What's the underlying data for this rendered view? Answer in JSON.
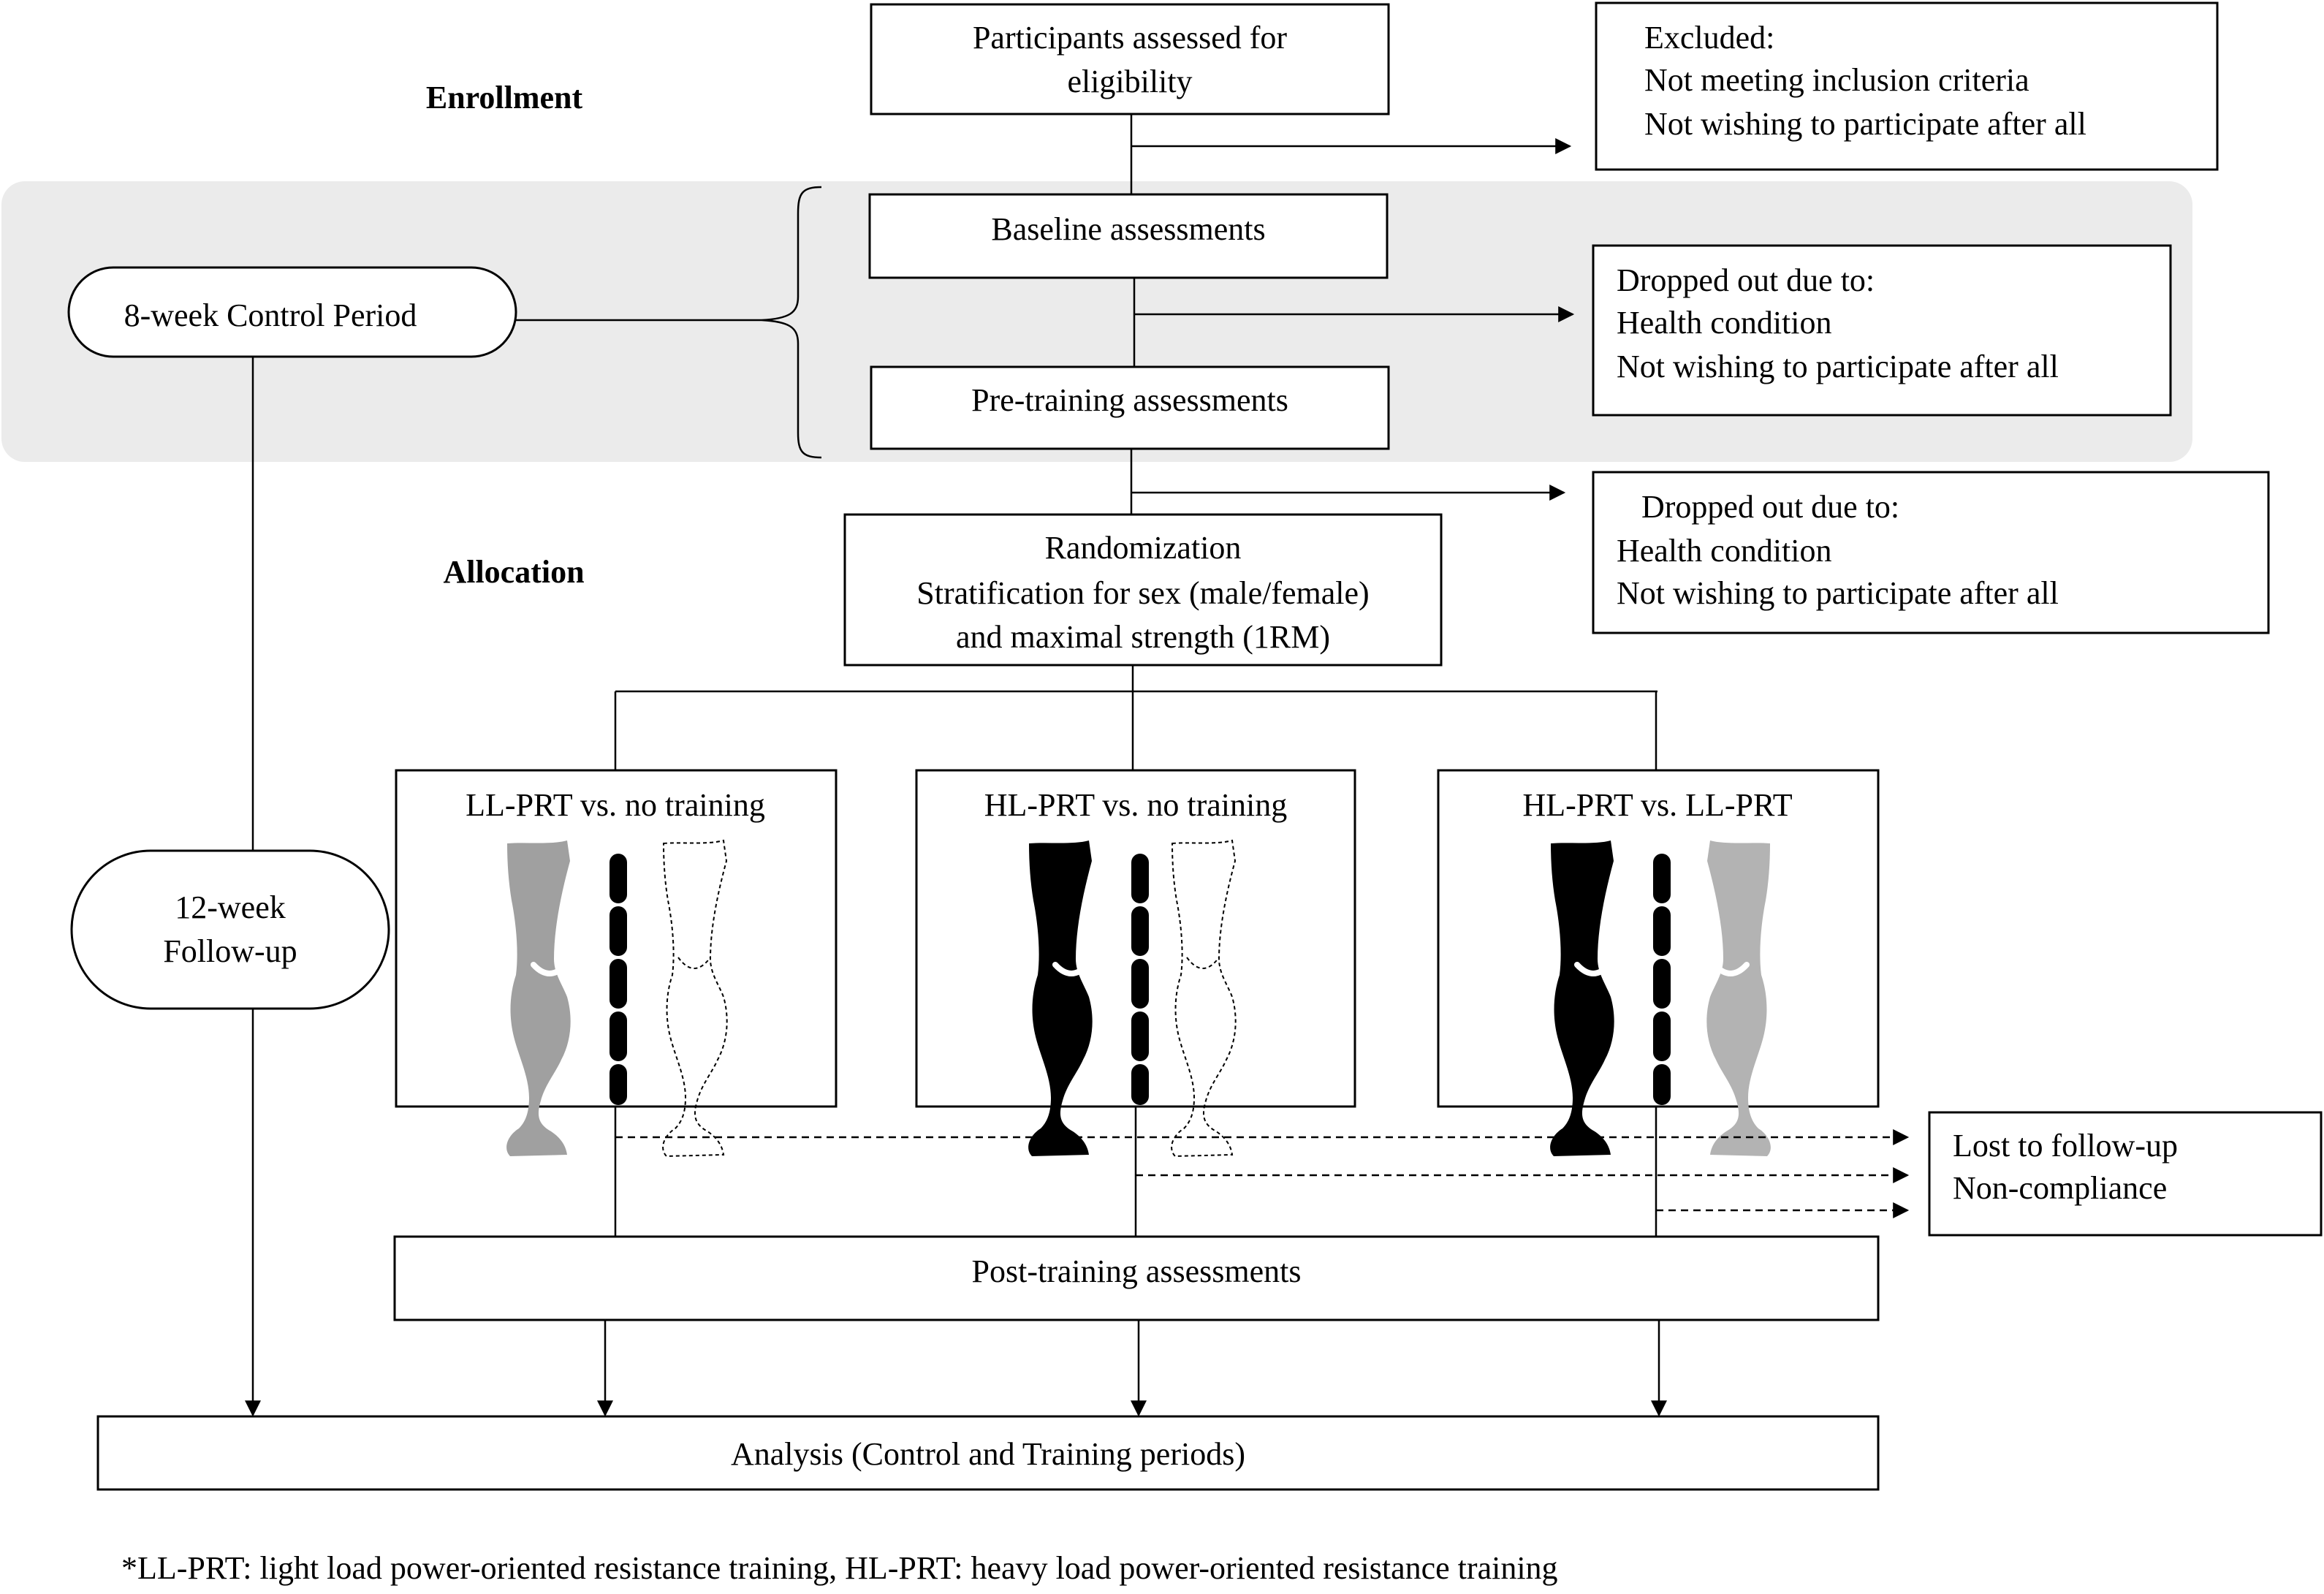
{
  "stages": {
    "enrollment": "Enrollment",
    "allocation": "Allocation"
  },
  "boxes": {
    "eligibility": [
      "Participants assessed for",
      "eligibility"
    ],
    "excluded": [
      "Excluded:",
      "Not meeting inclusion criteria",
      "Not wishing to participate after all"
    ],
    "baseline": "Baseline assessments",
    "pretraining": "Pre-training assessments",
    "dropout1": [
      "Dropped out due to:",
      "Health condition",
      "Not wishing to participate after all"
    ],
    "dropout2": [
      "Dropped out due to:",
      "Health condition",
      "Not wishing to participate after all"
    ],
    "randomization": [
      "Randomization",
      "Stratification for sex (male/female)",
      "and maximal strength (1RM)"
    ],
    "control_period": "8-week Control Period",
    "followup": [
      "12-week",
      "Follow-up"
    ],
    "groups": [
      "LL-PRT vs. no training",
      "HL-PRT vs. no training",
      "HL-PRT vs. LL-PRT"
    ],
    "lost": [
      "Lost to follow-up",
      "Non-compliance"
    ],
    "posttraining": "Post-training assessments",
    "analysis": "Analysis (Control and Training periods)"
  },
  "footnote": "*LL-PRT: light load power-oriented resistance training, HL-PRT: heavy load power-oriented resistance training",
  "colors": {
    "panel": "#ebebeb",
    "light_load_leg": "#a0a0a0",
    "heavy_load_leg": "#000000",
    "light_load_leg_alt": "#b3b3b3"
  }
}
